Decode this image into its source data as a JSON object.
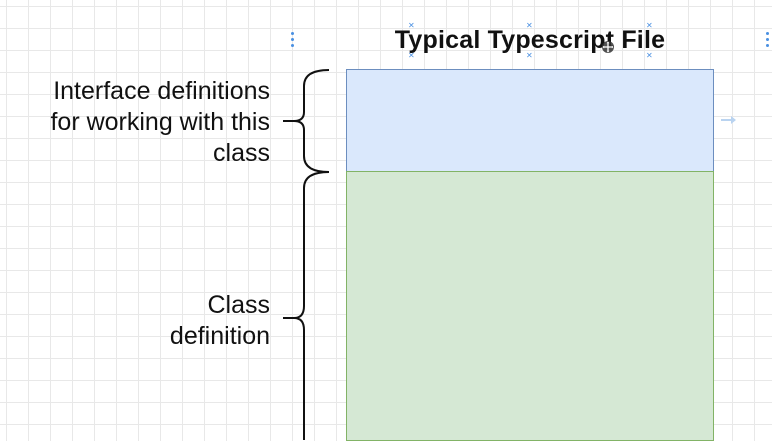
{
  "diagram": {
    "title": "Typical Typescript File",
    "sections": [
      {
        "id": "interface",
        "label": "Interface definitions\nfor working with this\nclass",
        "fill": "#dae8fc",
        "stroke": "#6c8ebf"
      },
      {
        "id": "class",
        "label": "Class\ndefinition",
        "fill": "#d5e8d4",
        "stroke": "#82b366"
      }
    ]
  },
  "editor": {
    "grid_color": "#e8e8e8",
    "handle_color": "#4a90e2",
    "icons": [
      "move-cursor-icon",
      "connection-arrow-icon",
      "selection-handle-icon"
    ]
  }
}
